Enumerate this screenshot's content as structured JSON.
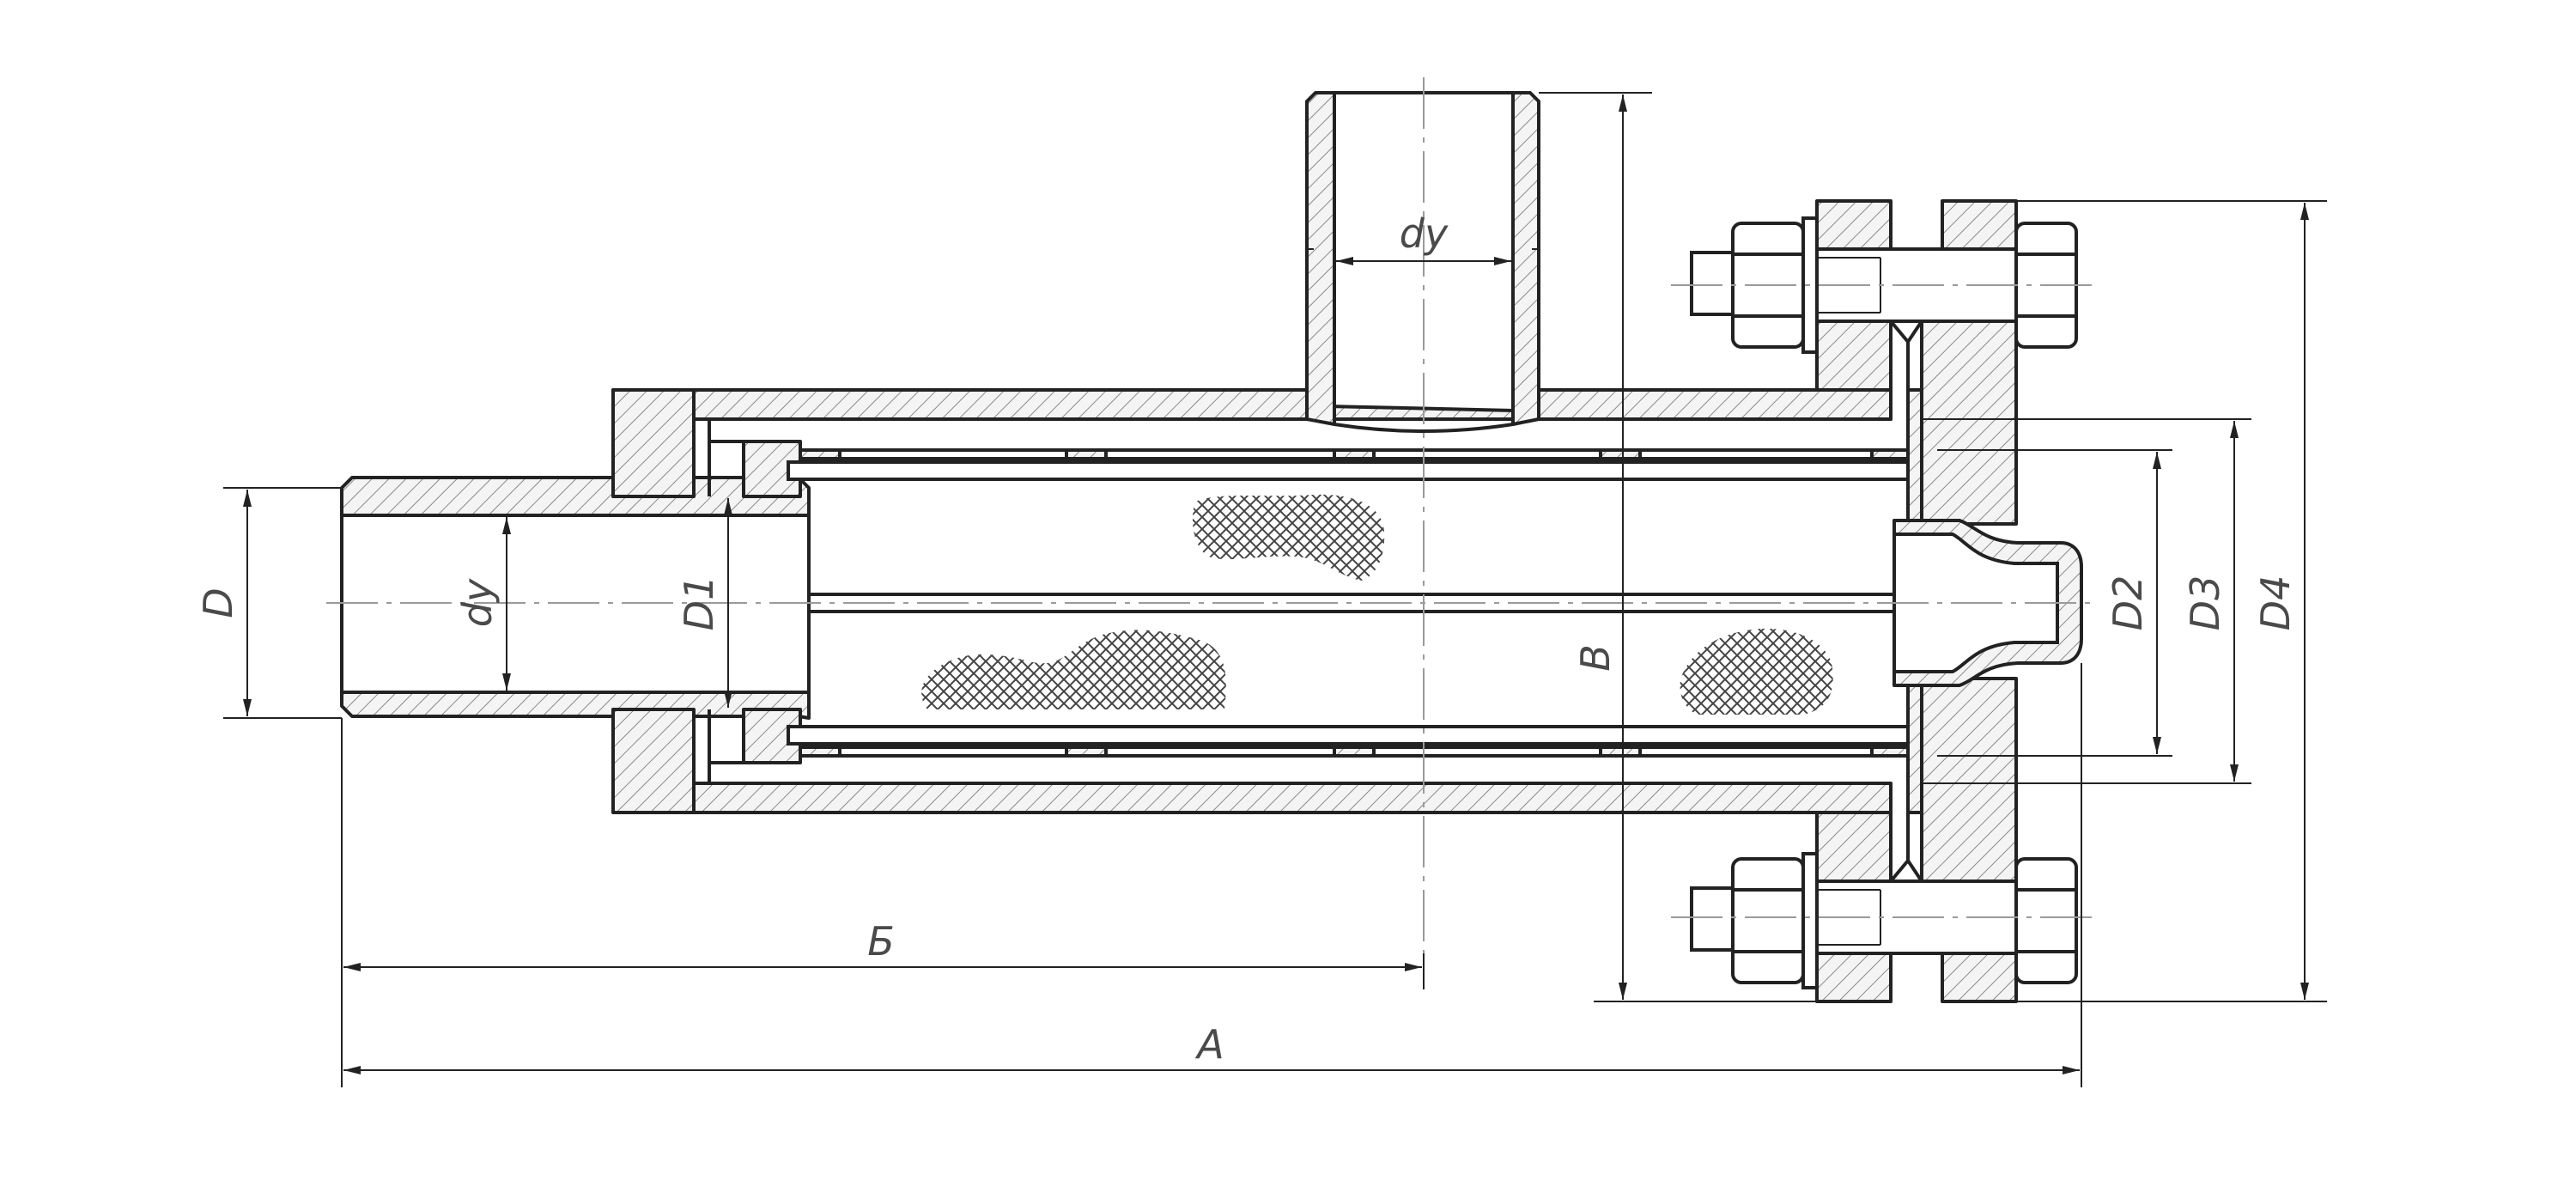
{
  "labels": {
    "dy_top": "dy",
    "dy_left": "dy",
    "D": "D",
    "D1": "D1",
    "D2": "D2",
    "D3": "D3",
    "D4": "D4",
    "B": "B",
    "Б": "Б",
    "A": "A"
  },
  "colors": {
    "line": "#222222",
    "hatch": "#8a8a8a",
    "label": "#4a4a4a"
  }
}
